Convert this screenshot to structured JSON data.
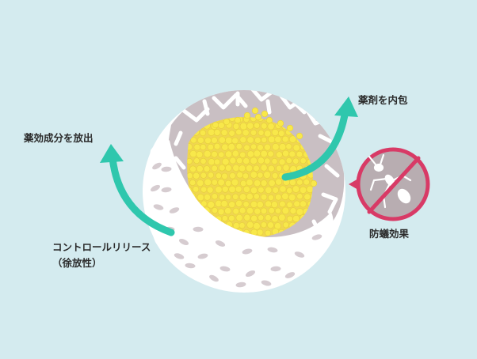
{
  "labels": {
    "release": "薬効成分を放出",
    "contain": "薬剤を内包",
    "repel": "防蟻効果",
    "controlled_release": "コントロールリリース",
    "sustained_release": "（徐放性）"
  },
  "icons": {
    "ant": "ant-icon",
    "prohibit": "prohibited-sign-icon",
    "release_arrow": "curved-arrow-up-left-icon",
    "contain_arrow": "curved-arrow-up-right-icon"
  },
  "colors": {
    "background": "#d4ebef",
    "capsule_shell": "#ffffff",
    "porous_wall": "#c9bfc3",
    "pore": "#d6ccd0",
    "drug_core": "#f0d650",
    "granule": "#f8e84a",
    "arrow": "#2fc7ad",
    "warning_ring": "#d83a66",
    "warning_fill": "#b8adb1"
  }
}
